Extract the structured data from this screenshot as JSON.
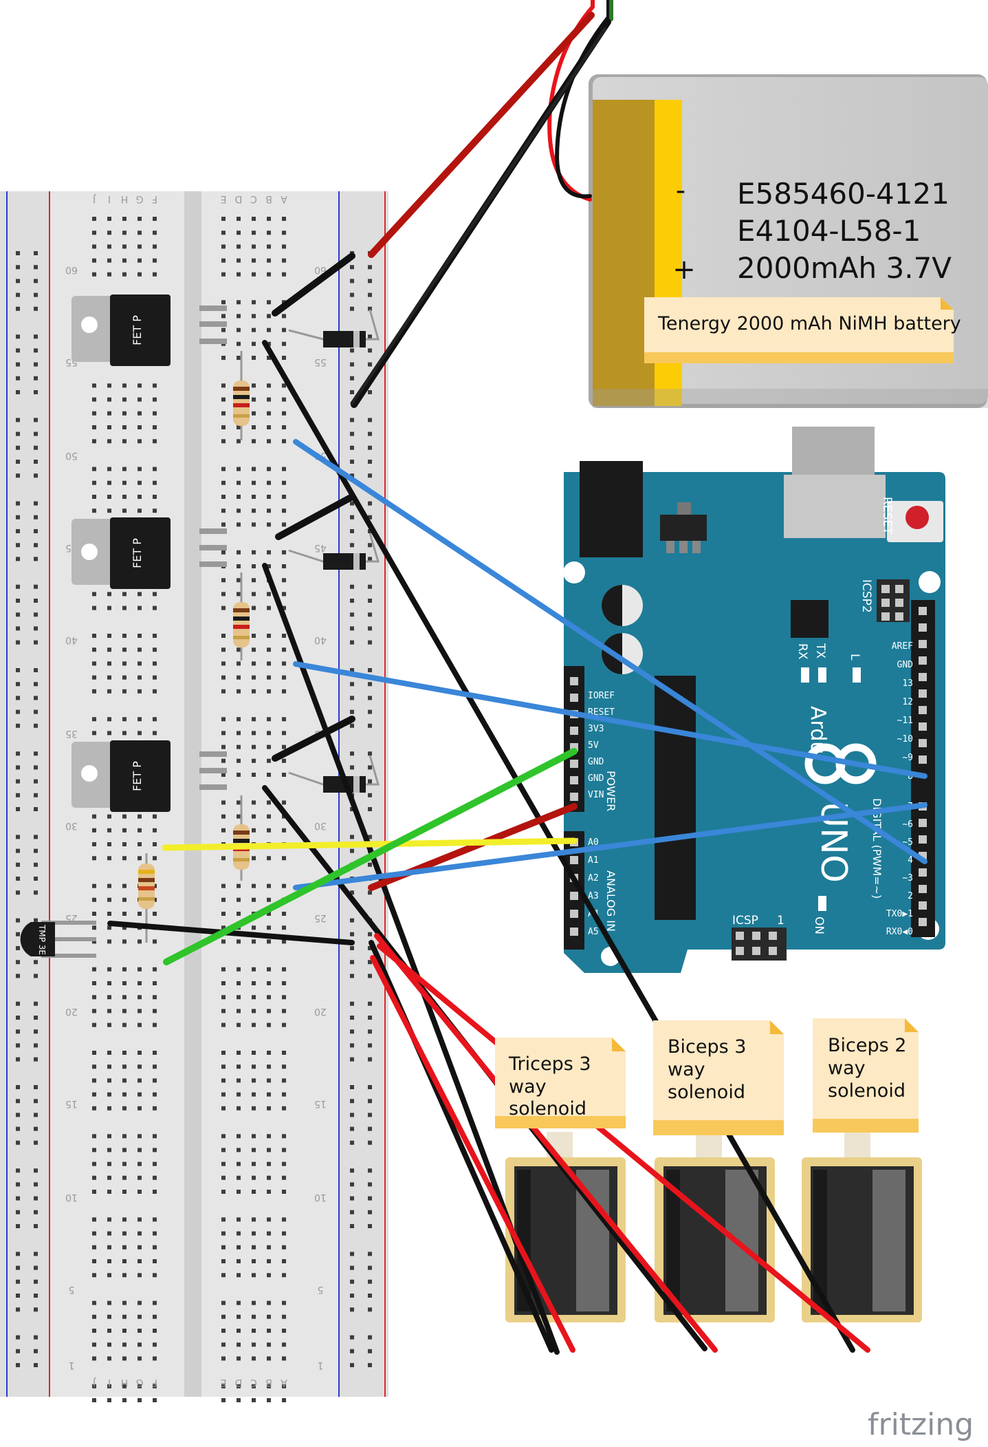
{
  "battery": {
    "lines": [
      "E585460-4121",
      "E4104-L58-1",
      "2000mAh 3.7V"
    ],
    "minus": "-",
    "plus": "+",
    "label": "Tenergy 2000 mAh NiMH battery"
  },
  "arduino": {
    "reset": "RESET",
    "icsp2": "ICSP2",
    "icsp": "ICSP",
    "icsp_pin": "1",
    "on": "ON",
    "l": "L",
    "tx": "TX",
    "rx": "RX",
    "brand": "Ardu",
    "uno": "UNO",
    "digital": "DIGITAL (PWM=~)",
    "power": "POWER",
    "analog": "ANALOG IN",
    "power_pins": [
      "IOREF",
      "RESET",
      "3V3",
      "5V",
      "GND",
      "GND",
      "VIN"
    ],
    "analog_pins": [
      "A0",
      "A1",
      "A2",
      "A3",
      "A4",
      "A5"
    ],
    "digital_top_pins": [
      "AREF",
      "GND",
      "13",
      "12",
      "~11",
      "~10",
      "~9",
      "8"
    ],
    "digital_bottom_pins": [
      "7",
      "~6",
      "~5",
      "4",
      "~3",
      "2",
      "TX0▶1",
      "RX0◀0"
    ]
  },
  "breadboard": {
    "cols_left": [
      "J",
      "I",
      "H",
      "G",
      "F"
    ],
    "cols_right": [
      "E",
      "D",
      "C",
      "B",
      "A"
    ],
    "row_numbers": [
      "60",
      "55",
      "50",
      "45",
      "40",
      "35",
      "30",
      "25",
      "20",
      "15",
      "10",
      "5",
      "1"
    ]
  },
  "components": {
    "mosfet_label": "FET P",
    "sensor_label": "TMP 3E"
  },
  "solenoids": [
    {
      "label": [
        "Triceps 3",
        "way",
        "solenoid"
      ]
    },
    {
      "label": [
        "Biceps 3",
        "way",
        "solenoid"
      ]
    },
    {
      "label": [
        "Biceps 2",
        "way",
        "solenoid"
      ]
    }
  ],
  "watermark": "fritzing",
  "colors": {
    "red_wire": "#e8141c",
    "dark_red_wire": "#b3140e",
    "black_wire": "#111111",
    "blue_wire": "#3a86d8",
    "green_wire": "#2fc42a",
    "yellow_wire": "#f2ee2a",
    "arduino_board": "#1e7c98",
    "breadboard": "#e0e0e0",
    "note": "#fde9c4"
  }
}
